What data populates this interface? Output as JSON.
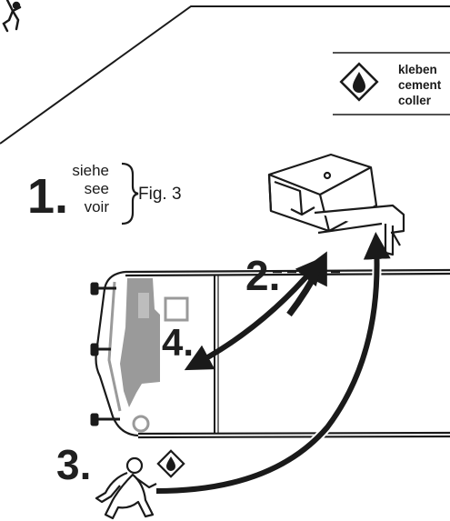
{
  "legend": {
    "icon": "oil-drop-diamond-icon",
    "labels": [
      "kleben",
      "cement",
      "coller"
    ]
  },
  "steps": [
    {
      "number": "1.",
      "words": [
        "siehe",
        "see",
        "voir"
      ],
      "reference": "Fig. 3"
    },
    {
      "number": "2."
    },
    {
      "number": "3.",
      "icon": "oil-drop-diamond-icon"
    },
    {
      "number": "4."
    }
  ],
  "colors": {
    "ink": "#1a1a1a",
    "part_gray": "#9a9a9a",
    "background": "#ffffff"
  }
}
